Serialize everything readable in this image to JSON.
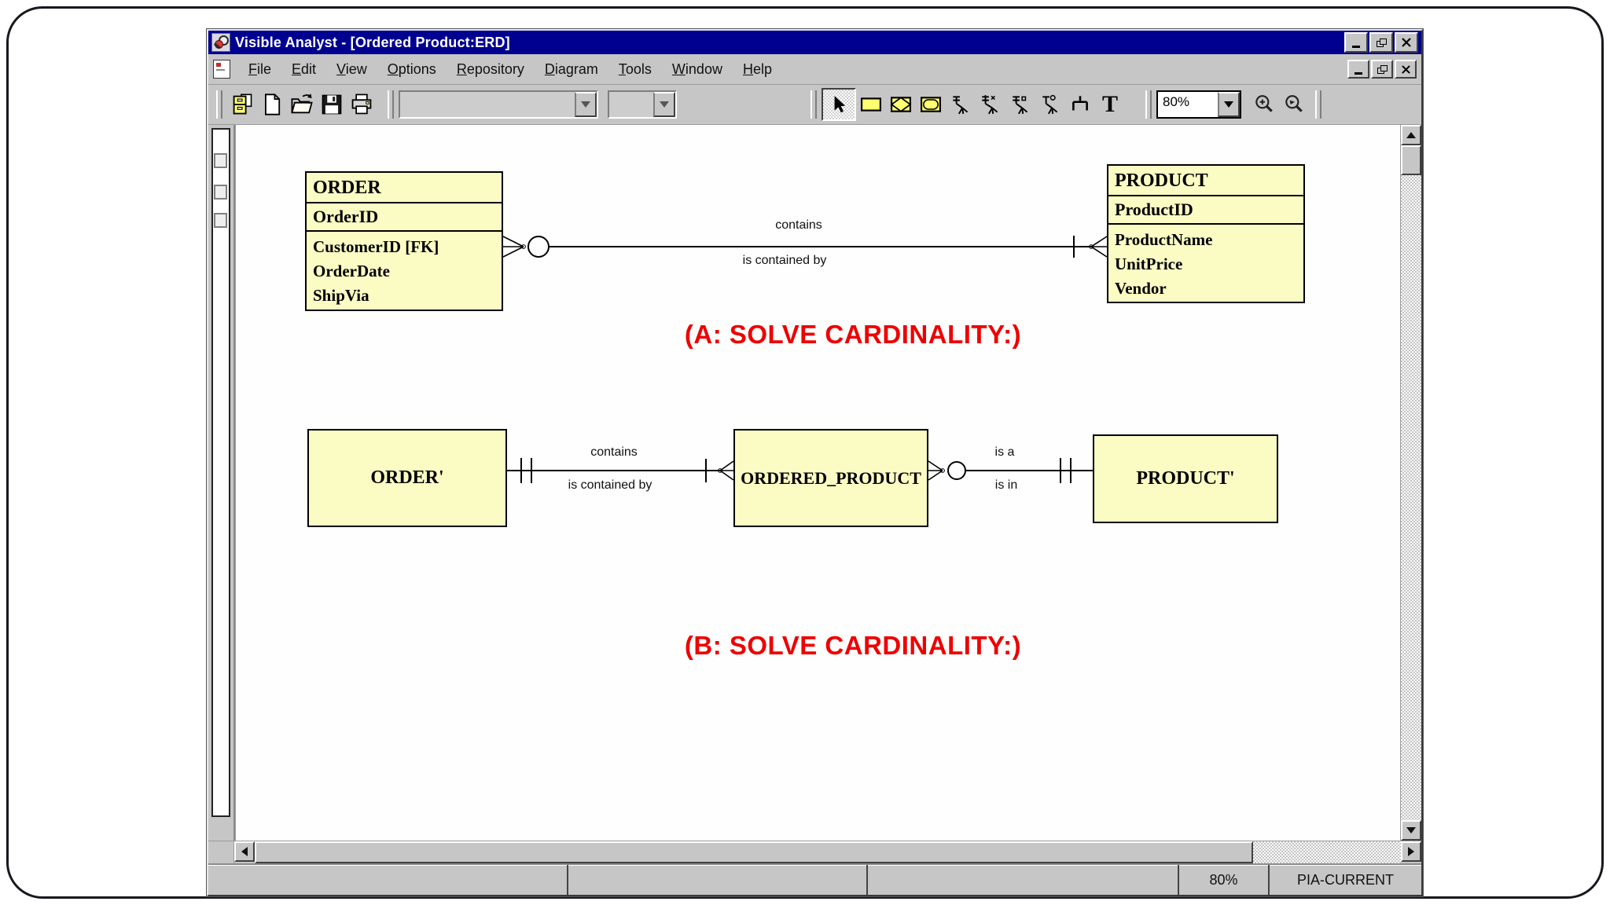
{
  "window": {
    "title": "Visible Analyst - [Ordered Product:ERD]"
  },
  "menubar": {
    "items": [
      "File",
      "Edit",
      "View",
      "Options",
      "Repository",
      "Diagram",
      "Tools",
      "Window",
      "Help"
    ]
  },
  "toolbar": {
    "diagram_combo_value": "",
    "page_combo_value": "",
    "zoom_value": "80%",
    "text_tool_label": "T"
  },
  "icons": {
    "app-logo-icon": "magnifier-over-red-ball",
    "child-window-icon": "document",
    "cabinet-icon": "file-cabinet",
    "new-document-icon": "blank-page",
    "open-folder-icon": "folder-open",
    "save-icon": "floppy-disk",
    "print-icon": "printer",
    "select-arrow-icon": "cursor-arrow",
    "entity-tool-icon": "yellow-rectangle",
    "relationship-tool-icon": "yellow-diamond-rectangle",
    "rounded-entity-tool-icon": "yellow-rounded-rectangle",
    "crow-foot-tools": "relationship-line-variants",
    "bracket-tool-icon": "bracket-connector",
    "zoom-in-icon": "magnifier-plus",
    "zoom-out-icon": "magnifier-pointer",
    "minimize-icon": "underscore",
    "restore-icon": "overlapping-squares",
    "close-icon": "x"
  },
  "status_bar": {
    "zoom": "80%",
    "project": "PIA-CURRENT"
  },
  "diagram_a": {
    "heading": "(A: SOLVE CARDINALITY:)",
    "relationship": {
      "forward": "contains",
      "reverse": "is contained by"
    },
    "entities": [
      {
        "name": "ORDER",
        "key_attrs": [
          "OrderID"
        ],
        "attrs": [
          "CustomerID [FK]",
          "OrderDate",
          "ShipVia"
        ]
      },
      {
        "name": "PRODUCT",
        "key_attrs": [
          "ProductID"
        ],
        "attrs": [
          "ProductName",
          "UnitPrice",
          "Vendor"
        ]
      }
    ]
  },
  "diagram_b": {
    "heading": "(B: SOLVE CARDINALITY:)",
    "entities": [
      {
        "name": "ORDER'"
      },
      {
        "name": "ORDERED_PRODUCT"
      },
      {
        "name": "PRODUCT'"
      }
    ],
    "relationships": [
      {
        "forward": "contains",
        "reverse": "is contained by"
      },
      {
        "forward": "is a",
        "reverse": "is in"
      }
    ]
  },
  "colors": {
    "titlebar": "#000090",
    "chrome": "#c6c6c6",
    "entity_fill": "#fbfbc4",
    "heading_red": "#ee0000",
    "tool_yellow": "#ffff70"
  }
}
